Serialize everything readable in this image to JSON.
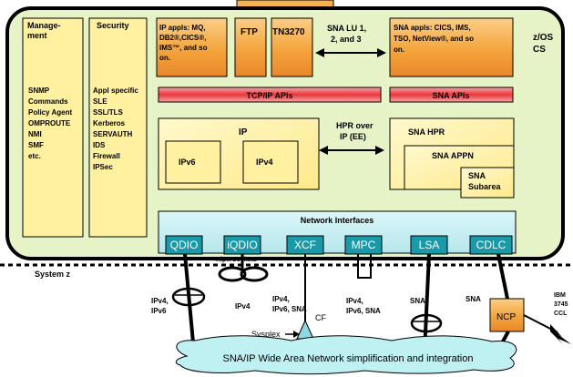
{
  "zos_label": [
    "z/OS",
    "CS"
  ],
  "management": {
    "title": [
      "Manage-",
      "ment"
    ],
    "items": [
      "SNMP",
      "Commands",
      "Policy Agent",
      "OMPROUTE",
      "NMI",
      "SMF",
      "etc."
    ]
  },
  "security": {
    "title": "Security",
    "items": [
      "Appl specific",
      "SLE",
      "SSL/TLS",
      "Kerberos",
      "SERVAUTH",
      "IDS",
      "Firewall",
      "IPSec"
    ]
  },
  "ip_appls": [
    "IP appls: MQ,",
    "DB2®,CICS®,",
    "IMS™, and so",
    "on."
  ],
  "ftp": "FTP",
  "tn3270": "TN3270",
  "sna_lu": [
    "SNA LU 1,",
    "2, and 3"
  ],
  "sna_appls": [
    "SNA appls: CICS, IMS,",
    "TSO, NetView®, and so",
    "on."
  ],
  "tcpip_apis": "TCP/IP APIs",
  "sna_apis": "SNA APIs",
  "ip": {
    "title": "IP",
    "ipv6": "IPv6",
    "ipv4": "IPv4"
  },
  "hpr_over_ip": [
    "HPR over",
    "IP (EE)"
  ],
  "sna_hpr": "SNA HPR",
  "sna_appn": "SNA APPN",
  "sna_subarea": [
    "SNA",
    "Subarea"
  ],
  "network_interfaces": {
    "title": "Network Interfaces",
    "items": [
      "QDIO",
      "iQDIO",
      "XCF",
      "MPC",
      "LSA",
      "CDLC"
    ]
  },
  "hipersockets": "HiperSockets",
  "system_z": "System z",
  "link_labels": {
    "qdio": [
      "IPv4,",
      "IPv6"
    ],
    "iqdio": "IPv4",
    "xcf": [
      "IPv4,",
      "IPv6, SNA"
    ],
    "mpc": [
      "IPv4,",
      "IPv6, SNA"
    ],
    "lsa": "SNA",
    "cdlc": "SNA"
  },
  "sysplex": "Sysplex",
  "cf": "CF",
  "ncp": "NCP",
  "ibm": [
    "IBM",
    "3745",
    "CCL"
  ],
  "wan": "SNA/IP Wide Area Network simplification and integration",
  "colors": {
    "frame_fill": "#e6f3c6",
    "yellow": "#fff1a0",
    "orange": "#f4a43c",
    "api_red": "#e8383c",
    "interface_fill": "#c8eef2",
    "interface_button": "#1a9aa8",
    "wan_fill": "#bff0f2"
  }
}
